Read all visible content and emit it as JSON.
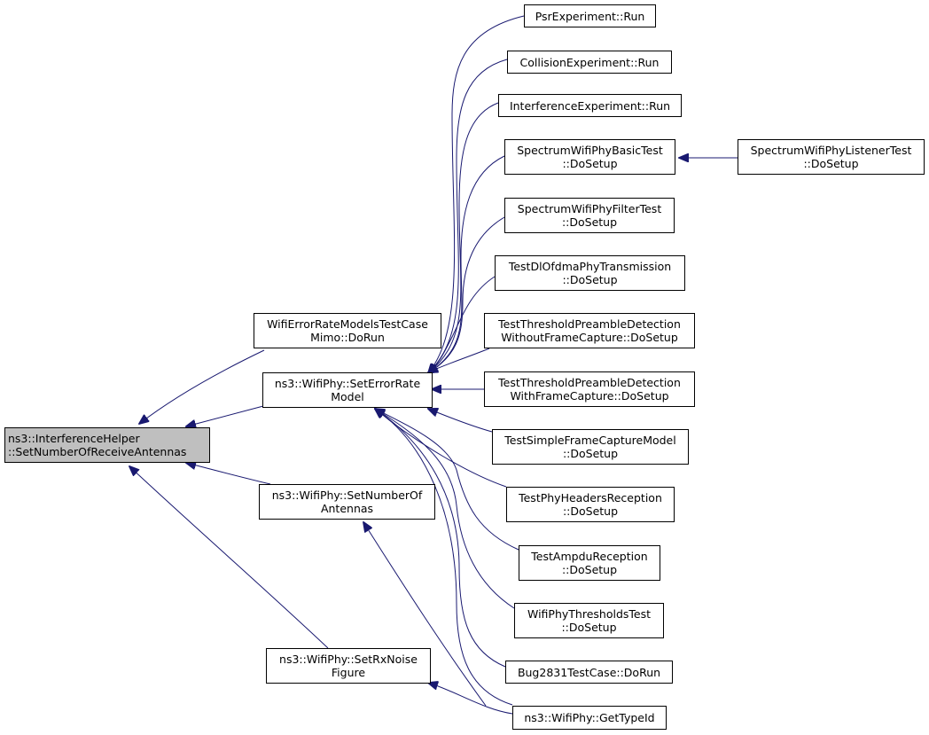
{
  "colors": {
    "edge": "#191970",
    "root_fill": "#bfbfbf",
    "node_fill": "#ffffff",
    "border": "#000000"
  },
  "nodes": {
    "root": {
      "line1": "ns3::InterferenceHelper",
      "line2": "::SetNumberOfReceiveAntennas"
    },
    "wifi_error_rate_models_test": {
      "line1": "WifiErrorRateModelsTestCase",
      "line2": "Mimo::DoRun"
    },
    "set_error_rate_model": {
      "line1": "ns3::WifiPhy::SetErrorRate",
      "line2": "Model"
    },
    "set_number_of_antennas": {
      "line1": "ns3::WifiPhy::SetNumberOf",
      "line2": "Antennas"
    },
    "set_rx_noise_figure": {
      "line1": "ns3::WifiPhy::SetRxNoise",
      "line2": "Figure"
    },
    "psr_experiment": {
      "line1": "PsrExperiment::Run"
    },
    "collision_experiment": {
      "line1": "CollisionExperiment::Run"
    },
    "interference_experiment": {
      "line1": "InterferenceExperiment::Run"
    },
    "spectrum_basic_test": {
      "line1": "SpectrumWifiPhyBasicTest",
      "line2": "::DoSetup"
    },
    "spectrum_listener_test": {
      "line1": "SpectrumWifiPhyListenerTest",
      "line2": "::DoSetup"
    },
    "spectrum_filter_test": {
      "line1": "SpectrumWifiPhyFilterTest",
      "line2": "::DoSetup"
    },
    "dl_ofdma_test": {
      "line1": "TestDlOfdmaPhyTransmission",
      "line2": "::DoSetup"
    },
    "threshold_without_capture": {
      "line1": "TestThresholdPreambleDetection",
      "line2": "WithoutFrameCapture::DoSetup"
    },
    "threshold_with_capture": {
      "line1": "TestThresholdPreambleDetection",
      "line2": "WithFrameCapture::DoSetup"
    },
    "simple_frame_capture": {
      "line1": "TestSimpleFrameCaptureModel",
      "line2": "::DoSetup"
    },
    "phy_headers_reception": {
      "line1": "TestPhyHeadersReception",
      "line2": "::DoSetup"
    },
    "ampdu_reception": {
      "line1": "TestAmpduReception",
      "line2": "::DoSetup"
    },
    "thresholds_test": {
      "line1": "WifiPhyThresholdsTest",
      "line2": "::DoSetup"
    },
    "bug2831": {
      "line1": "Bug2831TestCase::DoRun"
    },
    "get_type_id": {
      "line1": "ns3::WifiPhy::GetTypeId"
    }
  }
}
